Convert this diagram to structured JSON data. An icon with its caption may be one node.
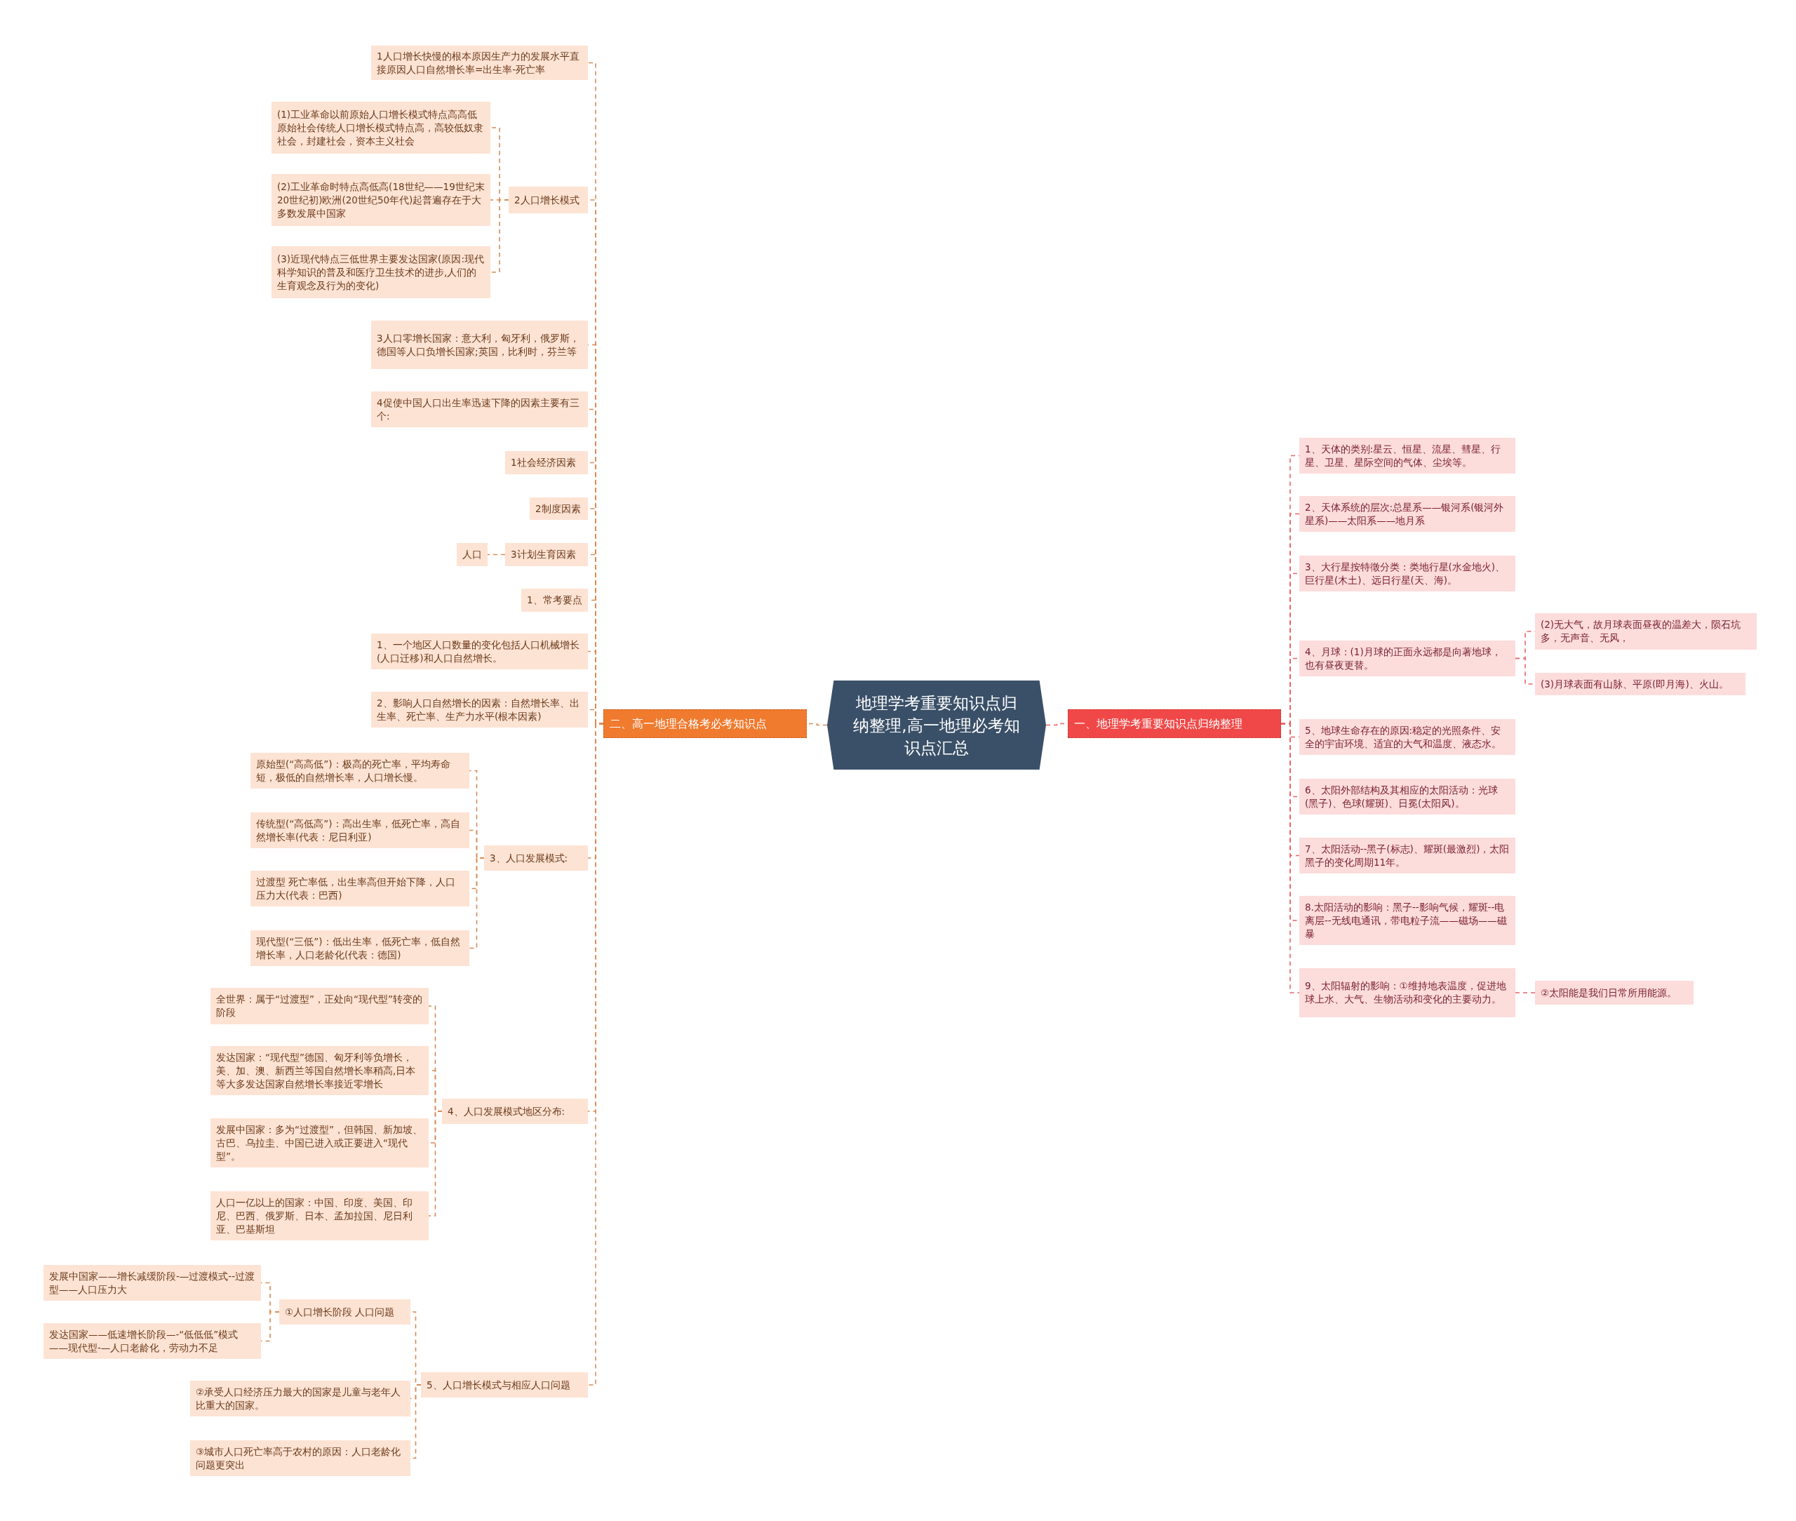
{
  "diagram": {
    "nodes": [
      {
        "text": [
          "地理学考重要知识点归纳整理,高一地理必考知识点汇总"
        ]
      },
      {
        "text": [
          "一、地理学考重要知识点归纳整理"
        ]
      },
      {
        "text": [
          "1、天体的类别:星云、恒星、流星、彗星、行星、卫星、星际空间的气体、尘埃等。"
        ]
      },
      {
        "text": [
          "2、天体系统的层次:总星系——银河系(银河外星系)——太阳系——地月系"
        ]
      },
      {
        "text": [
          "3、大行星按特徵分类：类地行星(水金地火)、巨行星(木土)、远日行星(天、海)。"
        ]
      },
      {
        "text": [
          "4、月球：(1)月球的正面永远都是向著地球，也有昼夜更替。"
        ]
      },
      {
        "text": [
          "5、地球生命存在的原因:稳定的光照条件、安全的宇宙环境、适宜的大气和温度、液态水。"
        ]
      },
      {
        "text": [
          "6、太阳外部结构及其相应的太阳活动：光球(黑子)、色球(耀斑)、日冕(太阳风)。"
        ]
      },
      {
        "text": [
          "7、太阳活动--黑子(标志)、耀斑(最激烈)，太阳黑子的变化周期11年。"
        ]
      },
      {
        "text": [
          "8.太阳活动的影响：黑子--影响气候，耀斑--电离层--无线电通讯，带电粒子流——磁场——磁暴"
        ]
      },
      {
        "text": [
          "9、太阳辐射的影响：①维持地表温度，促进地球上水、大气、生物活动和变化的主要动力。"
        ]
      },
      {
        "text": [
          "(2)无大气，故月球表面昼夜的温差大，陨石坑多，无声音、无风，"
        ]
      },
      {
        "text": [
          "(3)月球表面有山脉、平原(即月海)、火山。"
        ]
      },
      {
        "text": [
          "②太阳能是我们日常所用能源。"
        ]
      },
      {
        "text": [
          "二、高一地理合格考必考知识点"
        ]
      },
      {
        "text": [
          "1人口增长快慢的根本原因生产力的发展水平直接原因人口自然增长率=出生率-死亡率"
        ]
      },
      {
        "text": [
          "2人口增长模式"
        ]
      },
      {
        "text": [
          "(1)工业革命以前原始人口增长模式特点高高低原始社会传统人口增长模式特点高，高较低奴隶社会，封建社会，资本主义社会"
        ]
      },
      {
        "text": [
          "(2)工业革命时特点高低高(18世纪——19世纪末20世纪初)欧洲(20世纪50年代)起普遍存在于大多数发展中国家"
        ]
      },
      {
        "text": [
          "(3)近现代特点三低世界主要发达国家(原因:现代科学知识的普及和医疗卫生技术的进步,人们的生育观念及行为的变化)"
        ]
      },
      {
        "text": [
          "3人口零增长国家：意大利，匈牙利，俄罗斯，德国等人口负增长国家;英国，比利时，芬兰等"
        ]
      },
      {
        "text": [
          "4促使中国人口出生率迅速下降的因素主要有三个:"
        ]
      },
      {
        "text": [
          "1社会经济因素"
        ]
      },
      {
        "text": [
          "2制度因素"
        ]
      },
      {
        "text": [
          "3计划生育因素"
        ]
      },
      {
        "text": [
          "人口"
        ]
      },
      {
        "text": [
          "1、常考要点"
        ]
      },
      {
        "text": [
          "1、一个地区人口数量的变化包括人口机械增长(人口迁移)和人口自然增长。"
        ]
      },
      {
        "text": [
          "2、影响人口自然增长的因素：自然增长率、出生率、死亡率、生产力水平(根本因素)"
        ]
      },
      {
        "text": [
          "3、人口发展模式:"
        ]
      },
      {
        "text": [
          "原始型(“高高低”)：极高的死亡率，平均寿命短，极低的自然增长率，人口增长慢。"
        ]
      },
      {
        "text": [
          "传统型(“高低高”)：高出生率，低死亡率，高自然增长率(代表：尼日利亚)"
        ]
      },
      {
        "text": [
          "过渡型 死亡率低，出生率高但开始下降，人口压力大(代表：巴西)"
        ]
      },
      {
        "text": [
          "现代型(“三低”)：低出生率，低死亡率，低自然增长率，人口老龄化(代表：德国)"
        ]
      },
      {
        "text": [
          "4、人口发展模式地区分布:"
        ]
      },
      {
        "text": [
          "全世界：属于“过渡型”，正处向“现代型”转变的阶段"
        ]
      },
      {
        "text": [
          "发达国家：“现代型”德国、匈牙利等负增长，美、加、澳、新西兰等国自然增长率稍高,日本等大多发达国家自然增长率接近零增长"
        ]
      },
      {
        "text": [
          "发展中国家：多为“过渡型”，但韩国、新加坡、古巴、乌拉圭、中国已进入或正要进入“现代型”。"
        ]
      },
      {
        "text": [
          "人口一亿以上的国家：中国、印度、美国、印尼、巴西、俄罗斯、日本、孟加拉国、尼日利亚、巴基斯坦"
        ]
      },
      {
        "text": [
          "5、人口增长模式与相应人口问题"
        ]
      },
      {
        "text": [
          "①人口增长阶段 人口问题"
        ]
      },
      {
        "text": [
          "发展中国家——增长减缓阶段-—过渡模式--过渡型——人口压力大"
        ]
      },
      {
        "text": [
          "发达国家——低速增长阶段—-“低低低”模式——现代型-—人口老龄化，劳动力不足"
        ]
      },
      {
        "text": [
          "②承受人口经济压力最大的国家是儿童与老年人比重大的国家。"
        ]
      },
      {
        "text": [
          "③城市人口死亡率高于农村的原因：人口老龄化问题更突出"
        ]
      }
    ],
    "edges": [
      {
        "from": 0,
        "to": 1,
        "arrow": "none",
        "color": "#e8646a"
      },
      {
        "from": 0,
        "to": 14,
        "arrow": "none"
      },
      {
        "from": 1,
        "to": 2,
        "arrow": "none",
        "color": "#e8646a"
      },
      {
        "from": 1,
        "to": 3,
        "arrow": "none",
        "color": "#e8646a"
      },
      {
        "from": 1,
        "to": 4,
        "arrow": "none",
        "color": "#e8646a"
      },
      {
        "from": 1,
        "to": 5,
        "arrow": "none",
        "color": "#e8646a"
      },
      {
        "from": 1,
        "to": 6,
        "arrow": "none",
        "color": "#e8646a"
      },
      {
        "from": 1,
        "to": 7,
        "arrow": "none",
        "color": "#e8646a"
      },
      {
        "from": 1,
        "to": 8,
        "arrow": "none",
        "color": "#e8646a"
      },
      {
        "from": 1,
        "to": 9,
        "arrow": "none",
        "color": "#e8646a"
      },
      {
        "from": 1,
        "to": 10,
        "arrow": "none",
        "color": "#e8646a"
      },
      {
        "from": 5,
        "to": 11,
        "arrow": "none",
        "color": "#e8646a"
      },
      {
        "from": 5,
        "to": 12,
        "arrow": "none",
        "color": "#e8646a"
      },
      {
        "from": 10,
        "to": 13,
        "arrow": "none",
        "color": "#e8646a"
      },
      {
        "from": 14,
        "to": 15,
        "arrow": "none"
      },
      {
        "from": 14,
        "to": 16,
        "arrow": "none"
      },
      {
        "from": 16,
        "to": 17,
        "arrow": "none"
      },
      {
        "from": 16,
        "to": 18,
        "arrow": "none"
      },
      {
        "from": 16,
        "to": 19,
        "arrow": "none"
      },
      {
        "from": 14,
        "to": 20,
        "arrow": "none"
      },
      {
        "from": 14,
        "to": 21,
        "arrow": "none"
      },
      {
        "from": 14,
        "to": 22,
        "arrow": "none"
      },
      {
        "from": 14,
        "to": 23,
        "arrow": "none"
      },
      {
        "from": 14,
        "to": 24,
        "arrow": "none"
      },
      {
        "from": 24,
        "to": 25,
        "arrow": "none"
      },
      {
        "from": 14,
        "to": 26,
        "arrow": "none"
      },
      {
        "from": 14,
        "to": 27,
        "arrow": "none"
      },
      {
        "from": 14,
        "to": 28,
        "arrow": "none"
      },
      {
        "from": 14,
        "to": 29,
        "arrow": "none"
      },
      {
        "from": 29,
        "to": 30,
        "arrow": "none"
      },
      {
        "from": 29,
        "to": 31,
        "arrow": "none"
      },
      {
        "from": 29,
        "to": 32,
        "arrow": "none"
      },
      {
        "from": 29,
        "to": 33,
        "arrow": "none"
      },
      {
        "from": 14,
        "to": 34,
        "arrow": "none"
      },
      {
        "from": 34,
        "to": 35,
        "arrow": "none"
      },
      {
        "from": 34,
        "to": 36,
        "arrow": "none"
      },
      {
        "from": 34,
        "to": 37,
        "arrow": "none"
      },
      {
        "from": 34,
        "to": 38,
        "arrow": "none"
      },
      {
        "from": 14,
        "to": 39,
        "arrow": "none"
      },
      {
        "from": 39,
        "to": 40,
        "arrow": "none"
      },
      {
        "from": 40,
        "to": 41,
        "arrow": "none"
      },
      {
        "from": 40,
        "to": 42,
        "arrow": "none"
      },
      {
        "from": 39,
        "to": 43,
        "arrow": "none"
      },
      {
        "from": 39,
        "to": 44,
        "arrow": "none"
      }
    ]
  }
}
